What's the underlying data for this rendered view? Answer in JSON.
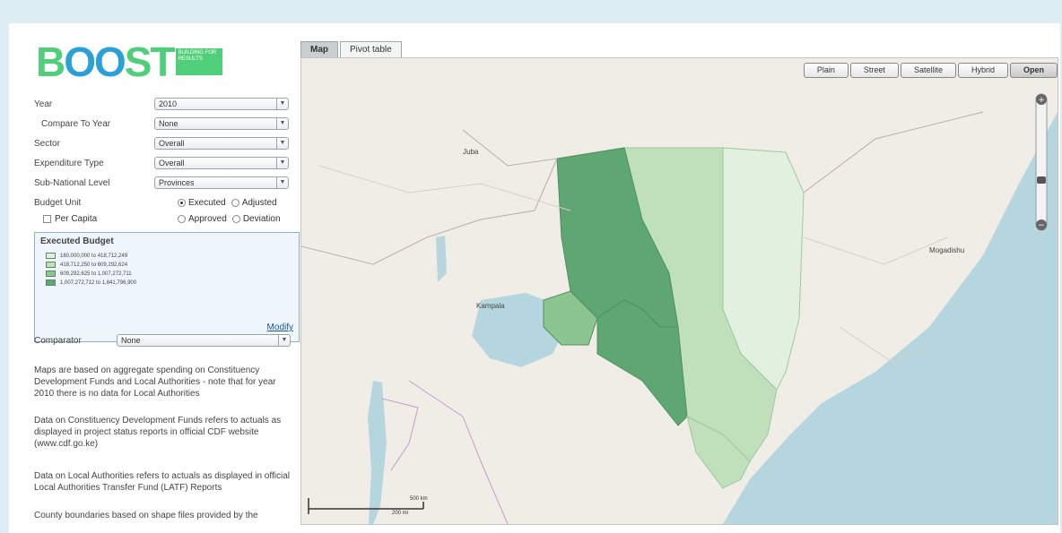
{
  "logo": {
    "text_pre": "B",
    "text_oo": "OO",
    "text_post": "ST",
    "tagline": "BUILDING FOR RESULTS"
  },
  "filters": {
    "year": {
      "label": "Year",
      "value": "2010"
    },
    "compare": {
      "label": "Compare To Year",
      "value": "None"
    },
    "sector": {
      "label": "Sector",
      "value": "Overall"
    },
    "expenditure": {
      "label": "Expenditure Type",
      "value": "Overall"
    },
    "subnational": {
      "label": "Sub-National Level",
      "value": "Provinces"
    },
    "budget_unit": {
      "label": "Budget Unit",
      "executed": "Executed",
      "adjusted": "Adjusted",
      "approved": "Approved",
      "deviation": "Deviation"
    },
    "per_capita": "Per Capita"
  },
  "legend": {
    "title": "Executed Budget",
    "items": [
      {
        "range": "160,000,000 to 418,712,249",
        "color": "#e2f1df"
      },
      {
        "range": "418,712,250 to 609,292,624",
        "color": "#bfe0bb"
      },
      {
        "range": "609,292,625 to 1,007,272,711",
        "color": "#8cc590"
      },
      {
        "range": "1,007,272,712 to 1,841,796,900",
        "color": "#5fa772"
      }
    ],
    "modify": "Modify"
  },
  "comparator": {
    "label": "Comparator",
    "value": "None"
  },
  "notes": [
    "Maps are based on aggregate spending on Constituency Development Funds and Local Authorities - note that for year 2010 there is no data for Local Authorities",
    "Data on Constituency Development Funds refers to actuals as displayed in project status reports in official CDF website (www.cdf.go.ke)",
    "Data on Local Authorities refers to actuals as displayed in official Local Authorities Transfer Fund (LATF) Reports",
    "County boundaries based on shape files provided by the"
  ],
  "tabs": [
    "Map",
    "Pivot table"
  ],
  "map_types": [
    "Plain",
    "Street",
    "Satellite",
    "Hybrid",
    "Open"
  ],
  "map_labels": {
    "juba": "Juba",
    "kampala": "Kampala",
    "mogadishu": "Mogadishu",
    "scale": "500 km",
    "scale_mi": "200 mi"
  },
  "colors": {
    "page_bg": "#dceef3",
    "water": "#b5d6df",
    "land": "#f0ede6",
    "accent_green": "#4fcf7a",
    "accent_blue": "#2aa0d8"
  }
}
